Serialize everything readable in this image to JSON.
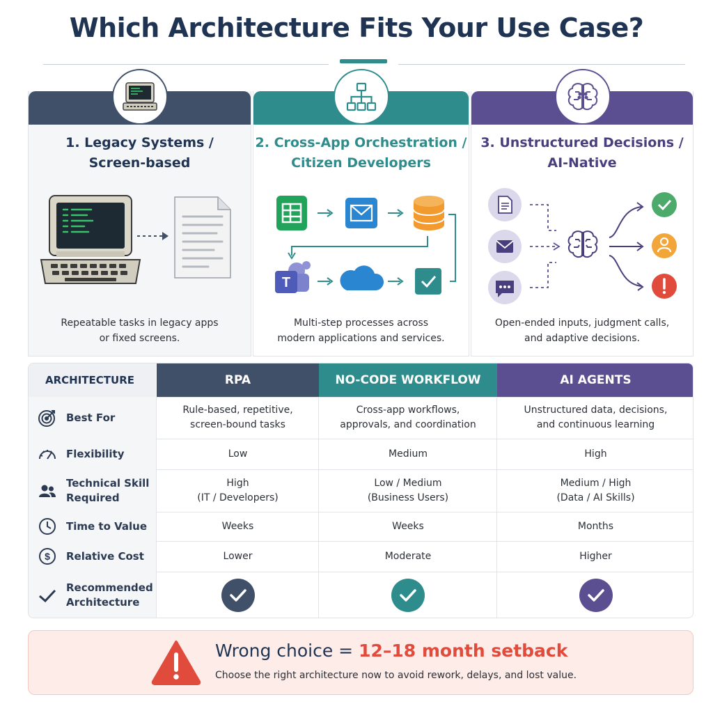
{
  "title": "Which Architecture Fits Your Use Case?",
  "colors": {
    "navy": "#3f5068",
    "teal": "#2f8c8c",
    "purple": "#5c4f91",
    "alert_red": "#e04b3c"
  },
  "panels": [
    {
      "title_line1": "1. Legacy Systems /",
      "title_line2": "Screen-based",
      "desc_line1": "Repeatable tasks in legacy apps",
      "desc_line2": "or fixed screens.",
      "badge_icon": "computer-terminal-icon",
      "illustration": [
        "legacy-computer-icon",
        "document-icon"
      ]
    },
    {
      "title_line1": "2. Cross-App Orchestration /",
      "title_line2": "Citizen Developers",
      "desc_line1": "Multi-step processes across",
      "desc_line2": "modern applications and services.",
      "badge_icon": "flowchart-icon",
      "illustration": [
        "spreadsheet-icon",
        "email-icon",
        "database-icon",
        "teams-icon",
        "cloud-icon",
        "checkbox-icon"
      ]
    },
    {
      "title_line1": "3. Unstructured Decisions /",
      "title_line2": "AI-Native",
      "desc_line1": "Open-ended inputs, judgment calls,",
      "desc_line2": "and adaptive decisions.",
      "badge_icon": "brain-icon",
      "illustration": [
        "document-icon",
        "email-icon",
        "chat-icon",
        "brain-icon",
        "check-icon",
        "person-icon",
        "alert-icon"
      ]
    }
  ],
  "table": {
    "header_label": "ARCHITECTURE",
    "columns": [
      "RPA",
      "NO-CODE WORKFLOW",
      "AI AGENTS"
    ],
    "rows": [
      {
        "label_line1": "Best For",
        "label_line2": "",
        "icon": "target-icon",
        "cells": [
          [
            "Rule-based, repetitive,",
            "screen-bound tasks"
          ],
          [
            "Cross-app workflows,",
            "approvals, and coordination"
          ],
          [
            "Unstructured data, decisions,",
            "and continuous learning"
          ]
        ]
      },
      {
        "label_line1": "Flexibility",
        "label_line2": "",
        "icon": "gauge-icon",
        "cells": [
          [
            "Low",
            ""
          ],
          [
            "Medium",
            ""
          ],
          [
            "High",
            ""
          ]
        ]
      },
      {
        "label_line1": "Technical Skill",
        "label_line2": "Required",
        "icon": "users-icon",
        "cells": [
          [
            "High",
            "(IT / Developers)"
          ],
          [
            "Low / Medium",
            "(Business Users)"
          ],
          [
            "Medium / High",
            "(Data / AI Skills)"
          ]
        ]
      },
      {
        "label_line1": "Time to Value",
        "label_line2": "",
        "icon": "clock-icon",
        "cells": [
          [
            "Weeks",
            ""
          ],
          [
            "Weeks",
            ""
          ],
          [
            "Months",
            ""
          ]
        ]
      },
      {
        "label_line1": "Relative Cost",
        "label_line2": "",
        "icon": "dollar-icon",
        "cells": [
          [
            "Lower",
            ""
          ],
          [
            "Moderate",
            ""
          ],
          [
            "Higher",
            ""
          ]
        ]
      },
      {
        "label_line1": "Recommended",
        "label_line2": "Architecture",
        "icon": "checkmark-icon",
        "cells": "check-badges"
      }
    ]
  },
  "banner": {
    "headline_prefix": "Wrong choice = ",
    "headline_emphasis": "12–18 month setback",
    "subtext": "Choose the right architecture now to avoid rework, delays, and lost value.",
    "icon": "warning-triangle-icon"
  }
}
